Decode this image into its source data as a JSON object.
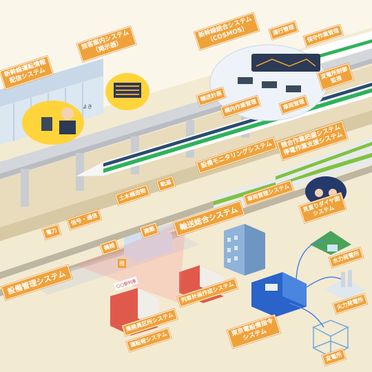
{
  "labels": {
    "shinkansen_info": "新幹線運転情報\n配信システム",
    "passenger_info": "旅客案内システム\n（掲示器）",
    "cosmos": "新幹線総合システム\n（COSMOS）",
    "operation_mgmt": "運行管理",
    "maintenance_mgmt": "保守作業管理",
    "substation_monitor": "変電所制御\n監視",
    "transport_plan": "輸送計画",
    "yard_work": "構内作業管理",
    "vehicle_mgmt_top": "車両管理",
    "equipment_monitoring": "設備モニタリングシステム",
    "work_system": "競合作業把握システム\n停電作業支援システム",
    "vehicle_mgmt": "車両管理システム",
    "diagram_view": "見直りダイヤ図\nシステム",
    "track": "軌道",
    "civil": "土木構造物",
    "power": "電力",
    "signal": "信号・通信",
    "machine": "機械",
    "building": "建築",
    "transport_total": "輸送総合システム",
    "equipment_mgmt": "設備管理システム",
    "crew_system": "乗務員区所システム",
    "driving_report": "運転報システム",
    "train_plan": "列車計画作成システム",
    "tokyo_dispatch": "東京電設備指令\nシステム",
    "hydro": "水力発電所",
    "thermal": "火力発電所",
    "substation": "変電所",
    "sign_text": "〇〇駅列車",
    "platform_sign": "よき",
    "machine_icon": "機"
  },
  "colors": {
    "tag_orange": "#f0a23a",
    "shinkansen_green": "#2fb25a",
    "commuter_green": "#7fc241",
    "monitor_blue": "#2a63c9",
    "building_blue": "#8fb3d9",
    "ground": "#efe4c8",
    "red_room": "#e05a4b"
  }
}
